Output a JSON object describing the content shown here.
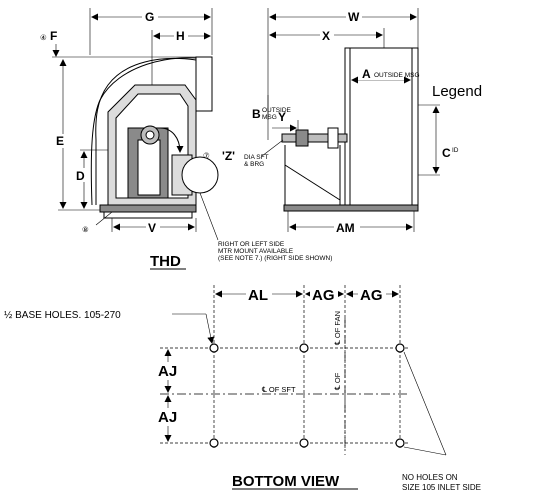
{
  "labels": {
    "G": "G",
    "H": "H",
    "F": "F",
    "F_note": "④",
    "E": "E",
    "D": "D",
    "V": "V",
    "note8": "⑧",
    "note7": "⑦",
    "W": "W",
    "X": "X",
    "A": "A",
    "A_sub": "OUTSIDE MSG",
    "B": "B",
    "B_sub_top": "OUTSIDE",
    "B_sub_bot": "MSG",
    "Y": "Y",
    "C": "C",
    "C_sub": "ID",
    "Z": "'Z'",
    "Z_desc_1": "DIA SFT",
    "Z_desc_2": "& BRG",
    "AM": "AM",
    "legend": "Legend",
    "motor_note_1": "RIGHT OR LEFT SIDE",
    "motor_note_2": "MTR MOUNT AVAILABLE",
    "motor_note_3": "(SEE NOTE 7.) (RIGHT SIDE SHOWN)",
    "THD": "THD",
    "AL": "AL",
    "AG1": "AG",
    "AG2": "AG",
    "AJ1": "AJ",
    "AJ2": "AJ",
    "base_holes": "½ BASE HOLES. 105-270",
    "cl_fan": "℄ OF FAN",
    "cl_sft": "℄ OF SFT",
    "cl_of": "℄ OF",
    "bottom_view": "BOTTOM VIEW",
    "no_holes_1": "NO HOLES ON",
    "no_holes_2": "SIZE 105 INLET SIDE"
  }
}
